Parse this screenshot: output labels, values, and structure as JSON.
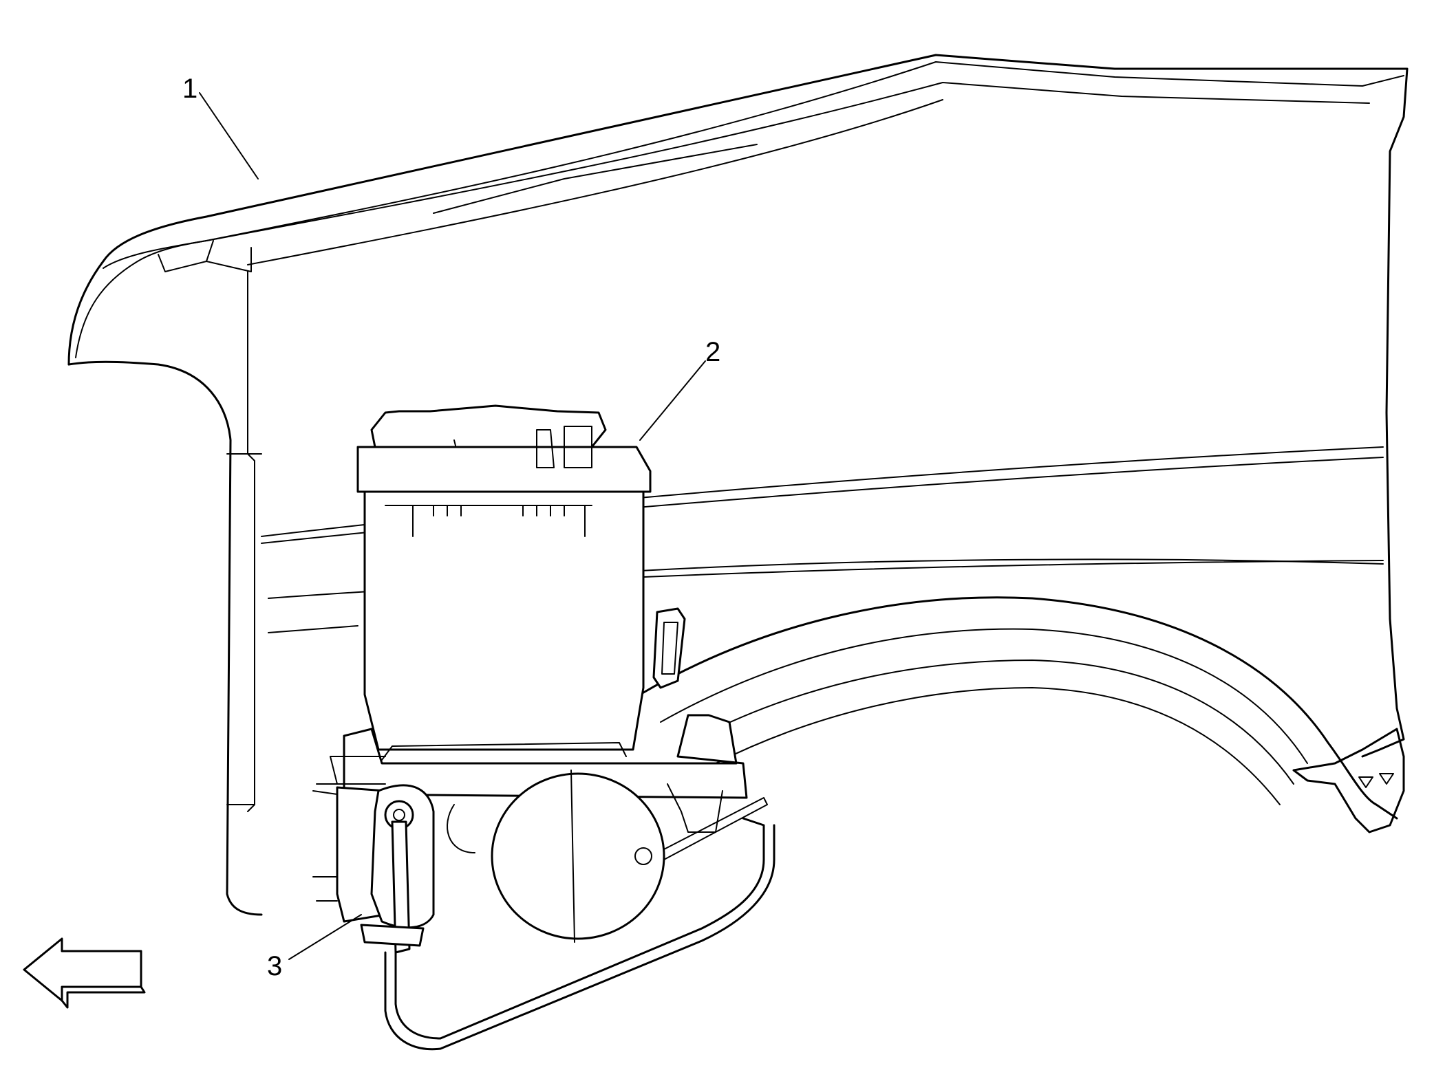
{
  "callouts": [
    {
      "id": "1",
      "label": "1"
    },
    {
      "id": "2",
      "label": "2"
    },
    {
      "id": "3",
      "label": "3"
    }
  ],
  "icons": {
    "direction_arrow": "left-arrow-icon"
  },
  "colors": {
    "line": "#000000",
    "background": "#ffffff"
  }
}
